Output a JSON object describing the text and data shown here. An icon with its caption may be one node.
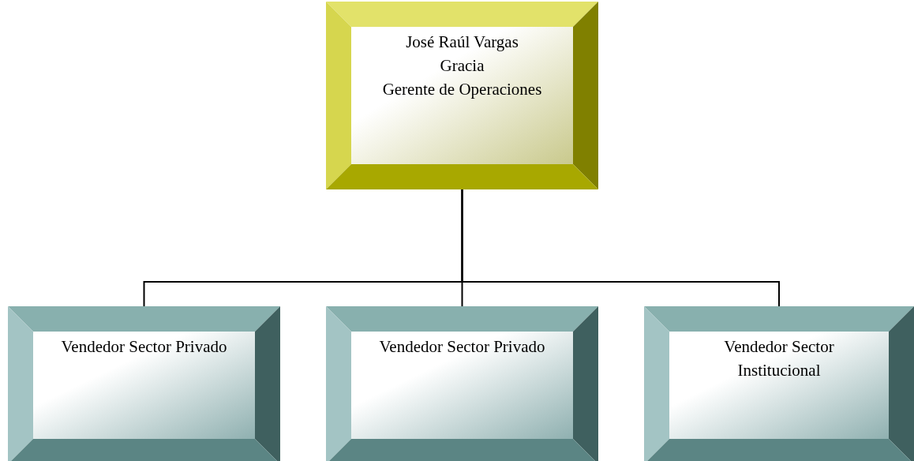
{
  "diagram": {
    "nodes": [
      {
        "text": [
          "José Raúl Vargas Gracia",
          "Gerente de Operaciones"
        ]
      },
      {
        "text": [
          "Vendedor Sector Privado"
        ]
      },
      {
        "text": [
          "Vendedor Sector Privado"
        ]
      },
      {
        "text": [
          "Vendedor Sector Institucional"
        ]
      }
    ],
    "edges": [
      {
        "from": 0,
        "to": 1,
        "arrow": "none"
      },
      {
        "from": 0,
        "to": 2,
        "arrow": "none"
      },
      {
        "from": 0,
        "to": 3,
        "arrow": "none"
      }
    ]
  }
}
